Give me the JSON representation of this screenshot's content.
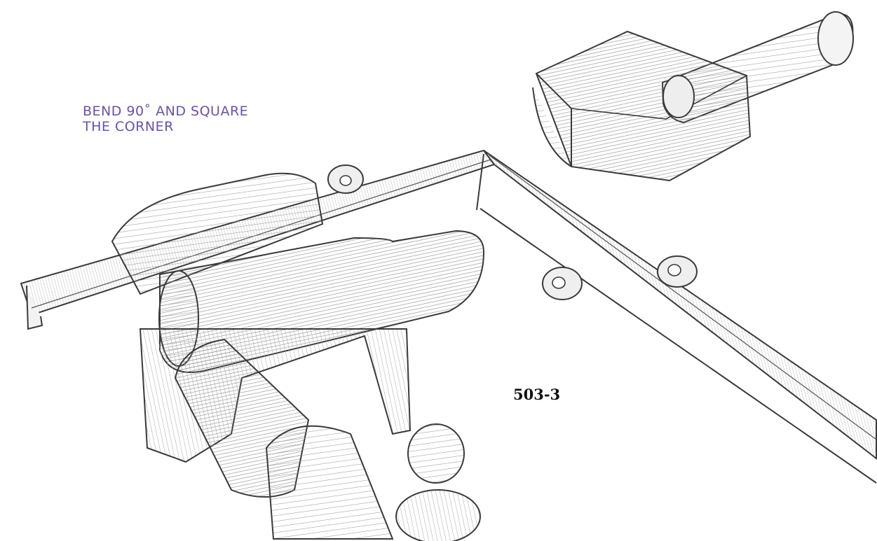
{
  "caption": {
    "line1": "BEND 90˚ AND SQUARE",
    "line2": "THE CORNER"
  },
  "figure_number": "503-3",
  "colors": {
    "caption": "#6a4fb0",
    "ink": "#3a3a3a",
    "shade": "#bdbdbd",
    "paper": "#ffffff"
  }
}
